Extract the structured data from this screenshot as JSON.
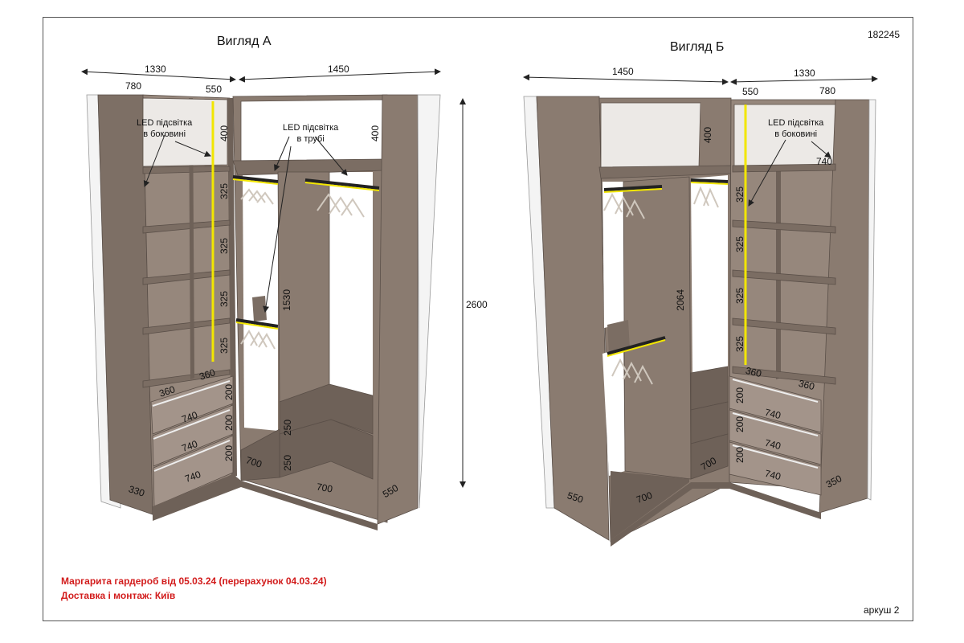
{
  "sheet_number": "182245",
  "sheet_label": "аркуш 2",
  "footer": {
    "line1": "Маргарита гардероб від 05.03.24 (перерахунок 04.03.24)",
    "line2": "Доставка і монтаж: Київ"
  },
  "view_a": {
    "title": "Вигляд А",
    "width_left": "1330",
    "width_right": "1450",
    "sub_780": "780",
    "sub_550": "550",
    "height_total": "2600",
    "led_side_note": "LED підсвітка\nв боковині",
    "led_tube_note": "LED підсвітка\nв трубі",
    "dims": {
      "h400_left": "400",
      "h400_right": "400",
      "h325_1": "325",
      "h325_2": "325",
      "h325_3": "325",
      "h325_4": "325",
      "h1530": "1530",
      "d360_a": "360",
      "d360_b": "360",
      "dr200_1": "200",
      "dr200_2": "200",
      "dr200_3": "200",
      "dr740_1": "740",
      "dr740_2": "740",
      "dr740_3": "740",
      "d330": "330",
      "d700_a": "700",
      "d700_b": "700",
      "h250_1": "250",
      "h250_2": "250",
      "d550": "550"
    }
  },
  "view_b": {
    "title": "Вигляд Б",
    "width_left": "1450",
    "width_right": "1330",
    "sub_550": "550",
    "sub_780": "780",
    "led_side_note": "LED підсвітка\nв боковині",
    "dims": {
      "h400": "400",
      "d740_top": "740",
      "h325_1": "325",
      "h325_2": "325",
      "h325_3": "325",
      "h325_4": "325",
      "h2064": "2064",
      "d360_a": "360",
      "d360_b": "360",
      "dr200_1": "200",
      "dr200_2": "200",
      "dr200_3": "200",
      "dr740_1": "740",
      "dr740_2": "740",
      "dr740_3": "740",
      "d550": "550",
      "d700_a": "700",
      "d700_b": "700",
      "d350": "350"
    }
  },
  "colors": {
    "panel": "#8a7b70",
    "panel_dark": "#6e6158",
    "panel_light": "#a99a8f",
    "led": "#f2e600",
    "dimension": "#222222",
    "accent_red": "#d21c1c"
  }
}
